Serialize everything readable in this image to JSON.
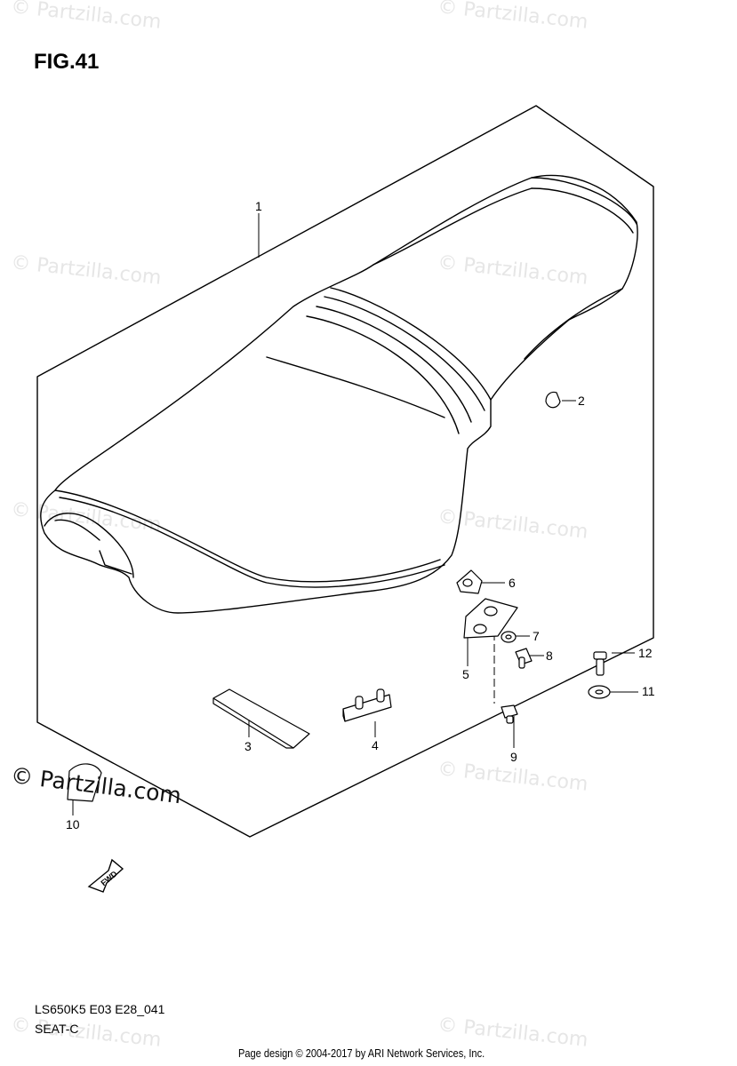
{
  "figure": {
    "title": "FIG.41",
    "model_code": "LS650K5  E03  E28_041",
    "section": "SEAT-C"
  },
  "callouts": [
    "1",
    "2",
    "3",
    "4",
    "5",
    "6",
    "7",
    "8",
    "9",
    "10",
    "11",
    "12"
  ],
  "fwd_label": "FWD",
  "watermark": {
    "text": "© Partzilla.com",
    "color": "#e6e6e6"
  },
  "copyright": "Page design © 2004-2017 by ARI Network Services, Inc."
}
